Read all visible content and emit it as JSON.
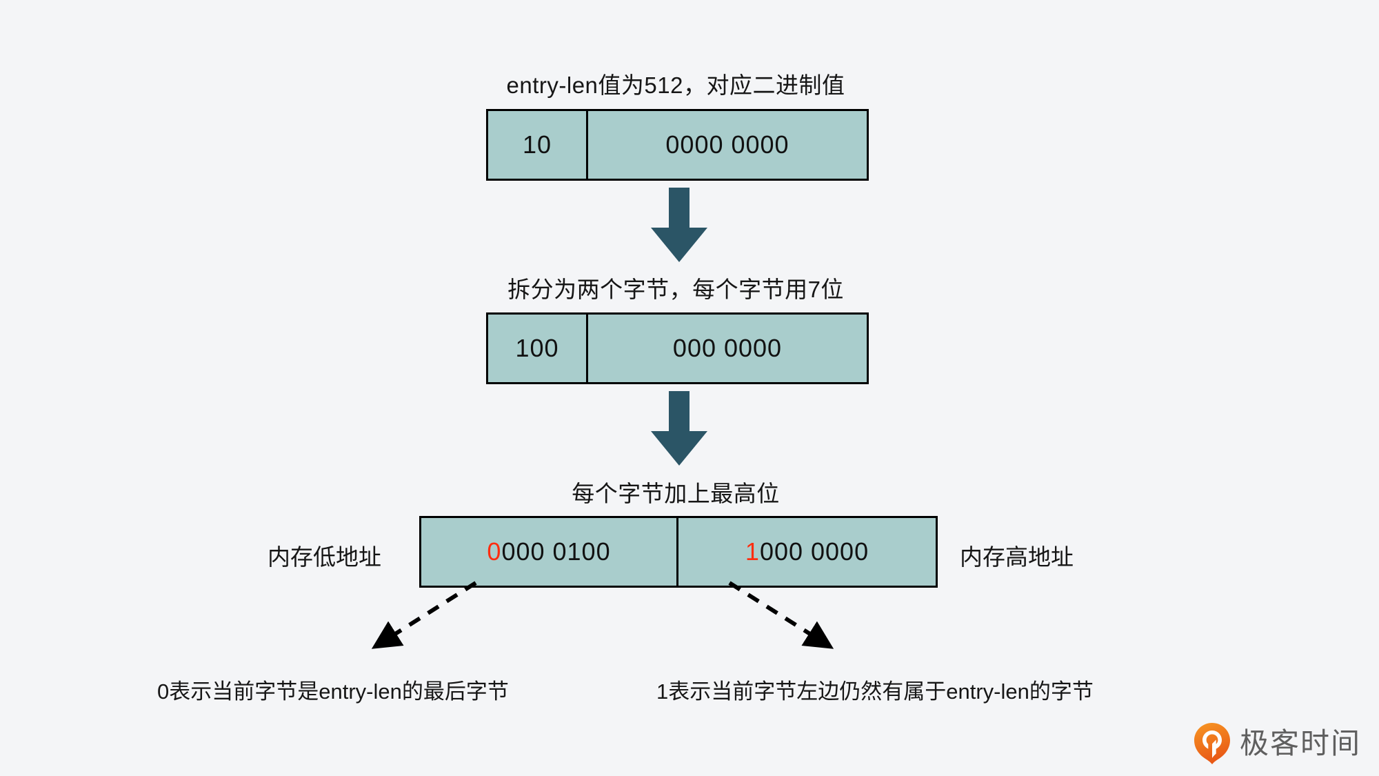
{
  "canvas": {
    "background": "#f4f5f7",
    "box_fill": "#a9cdcc",
    "box_stroke": "#000000",
    "arrow_fill": "#2b5566",
    "highlight_color": "#ff2d10",
    "dashed_arrow_color": "#000000"
  },
  "steps": [
    {
      "caption": "entry-len值为512，对应二进制值",
      "cells": [
        {
          "text": "10"
        },
        {
          "text": "0000 0000"
        }
      ]
    },
    {
      "caption": "拆分为两个字节，每个字节用7位",
      "cells": [
        {
          "text": "100"
        },
        {
          "text": "000 0000"
        }
      ]
    },
    {
      "caption": "每个字节加上最高位",
      "cells": [
        {
          "highlight": "0",
          "text": "000 0100"
        },
        {
          "highlight": "1",
          "text": "000 0000"
        }
      ]
    }
  ],
  "memory_labels": {
    "low": "内存低地址",
    "high": "内存高地址"
  },
  "notes": {
    "left": "0表示当前字节是entry-len的最后字节",
    "right": "1表示当前字节左边仍然有属于entry-len的字节"
  },
  "watermark": {
    "brand": "极客时间",
    "icon": "geektime-logo-icon",
    "icon_color_start": "#f58220",
    "icon_color_end": "#e8540f",
    "text_color": "#5b5b5b"
  }
}
